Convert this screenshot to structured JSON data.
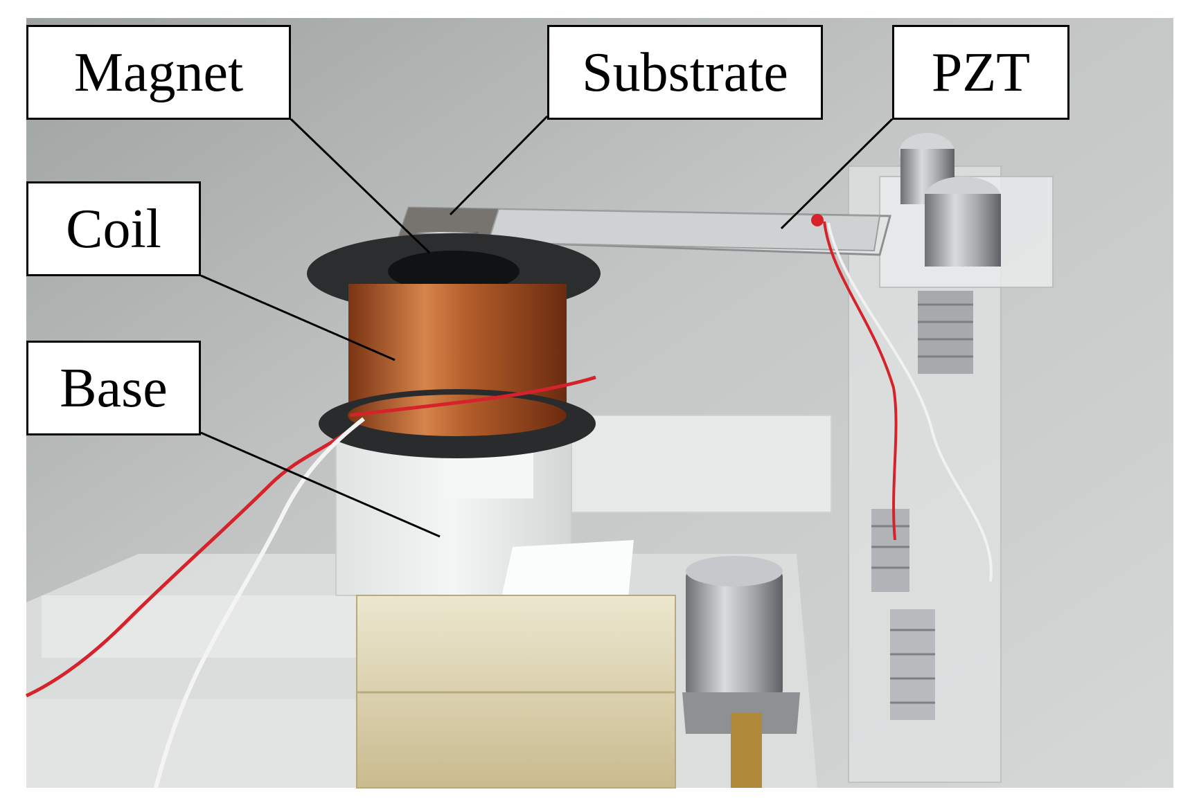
{
  "figure": {
    "labels": {
      "magnet": "Magnet",
      "substrate": "Substrate",
      "pzt": "PZT",
      "coil": "Coil",
      "base": "Base"
    },
    "colors": {
      "background": "#b9bcbb",
      "coil_copper": "#b8612c",
      "wire_red": "#d6232b",
      "wire_white": "#f4f4f4",
      "acrylic": "#e6e9e8",
      "metal": "#a9acaf"
    }
  }
}
